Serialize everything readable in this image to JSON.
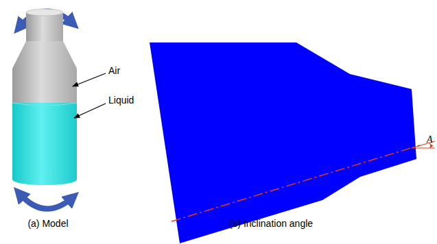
{
  "diagram": {
    "labels": [
      "Air",
      "Liquid",
      "A",
      "(a) Model",
      "(b) Inclination angle"
    ]
  }
}
